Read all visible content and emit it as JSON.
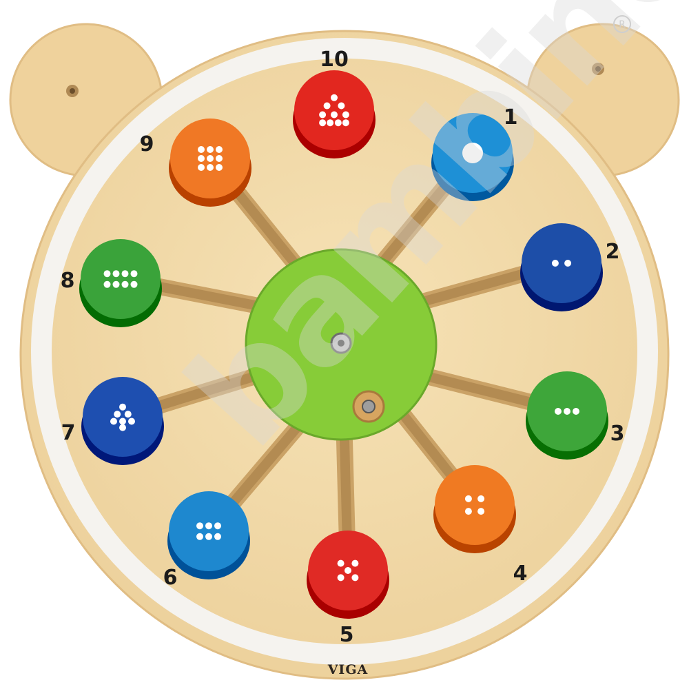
{
  "brand": "VIGA",
  "registered_mark": "®",
  "watermark": "może bambino",
  "board_colors": {
    "wood": "#f2d9a6",
    "wood_edge": "#e2c089",
    "ring": "#f4f2ee",
    "center_disc": "#8ccf3c",
    "slot": "#caa266"
  },
  "pegs": [
    {
      "label": "1",
      "dots": 1,
      "color": "#1e90d6",
      "icon": "peg-one-dot"
    },
    {
      "label": "2",
      "dots": 2,
      "color": "#1d4ea8",
      "icon": "peg-two-dots"
    },
    {
      "label": "3",
      "dots": 3,
      "color": "#3ea63a",
      "icon": "peg-three-dots"
    },
    {
      "label": "4",
      "dots": 4,
      "color": "#f07a22",
      "icon": "peg-four-dots"
    },
    {
      "label": "5",
      "dots": 5,
      "color": "#e02a25",
      "icon": "peg-five-dots"
    },
    {
      "label": "6",
      "dots": 6,
      "color": "#1e88cf",
      "icon": "peg-six-dots"
    },
    {
      "label": "7",
      "dots": 7,
      "color": "#1e4fb0",
      "icon": "peg-seven-dots"
    },
    {
      "label": "8",
      "dots": 8,
      "color": "#3aa33a",
      "icon": "peg-eight-dots"
    },
    {
      "label": "9",
      "dots": 9,
      "color": "#f07825",
      "icon": "peg-nine-dots"
    },
    {
      "label": "10",
      "dots": 10,
      "color": "#e2271f",
      "icon": "peg-ten-dots"
    }
  ]
}
